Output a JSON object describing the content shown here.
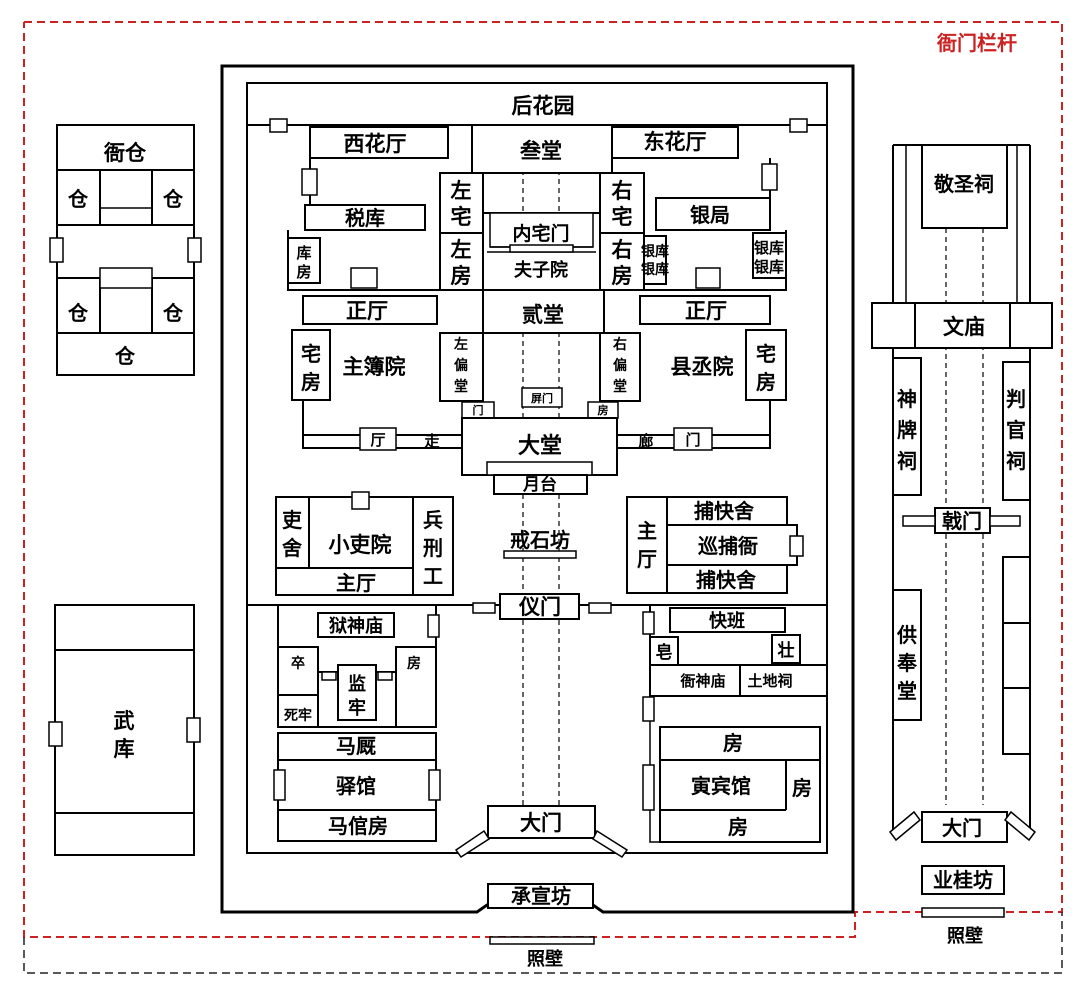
{
  "colors": {
    "line": "#000000",
    "fence": "#cc2222",
    "background": "#ffffff"
  },
  "labels": {
    "fence": "衙门栏杆",
    "yacang": "衙仓",
    "cang": "仓",
    "wuku": "武库",
    "houhuayuan": "后花园",
    "xihuating": "西花厅",
    "santang": "叁堂",
    "donghuating": "东花厅",
    "zuozhai": "左宅",
    "youzhai": "右宅",
    "neizhaimen": "内宅门",
    "fuziyuan": "夫子院",
    "zuofang": "左房",
    "youfang": "右房",
    "shuiku": "税库",
    "yinju": "银局",
    "kufang": "库房",
    "yinku": "银库",
    "zhengting": "正厅",
    "ertang": "贰堂",
    "zhaifang": "宅房",
    "zhubuyuan": "主簿院",
    "zuopiantang": "左偏堂",
    "youpiantang": "右偏堂",
    "xianchengyuan": "县丞院",
    "pingmen": "屏门",
    "menfang": "门房",
    "tingmen": "厅门",
    "zoulang": "走廊",
    "datang": "大堂",
    "yuetai": "月台",
    "lishe": "吏舍",
    "xiaoliyuan": "小吏院",
    "bingxinggong": "兵刑工",
    "zhuting": "主厅",
    "jieshifang": "戒石坊",
    "bukuaishe": "捕快舍",
    "xunbuya": "巡捕衙",
    "yimen": "仪门",
    "yushenmiao": "狱神庙",
    "zufang": "卒房",
    "silao": "死牢",
    "jianlao": "监牢",
    "majiu": "马厩",
    "yiguan": "驿馆",
    "maguanfang": "马倌房",
    "kuaiban": "快班",
    "zao": "皂",
    "zhuang": "壮",
    "yashenmiao": "衙神庙",
    "tudici": "土地祠",
    "fang": "房",
    "yinbinguan": "寅宾馆",
    "damen": "大门",
    "chengxuanfang": "承宣坊",
    "zhaobi": "照壁",
    "jingshengci": "敬圣祠",
    "wenmiao": "文庙",
    "shenpaici": "神牌祠",
    "panguanci": "判官祠",
    "jimen": "戟门",
    "gongfengtang": "供奉堂",
    "yeguifang": "业桂坊"
  }
}
